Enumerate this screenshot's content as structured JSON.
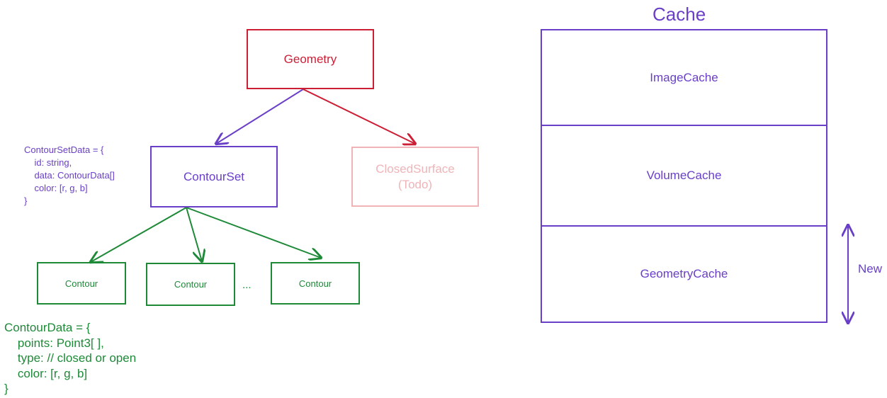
{
  "geometry": {
    "label": "Geometry"
  },
  "contour_set": {
    "label": "ContourSet"
  },
  "closed_surface": {
    "label_line1": "ClosedSurface",
    "label_line2": "(Todo)"
  },
  "contours": [
    {
      "label": "Contour"
    },
    {
      "label": "Contour"
    },
    {
      "label": "Contour"
    }
  ],
  "ellipsis": "...",
  "contour_set_data": {
    "lines": [
      "ContourSetData = {",
      "    id: string,",
      "    data: ContourData[]",
      "    color: [r, g, b]",
      "}"
    ]
  },
  "contour_data": {
    "lines": [
      "ContourData = {",
      "    points: Point3[ ],",
      "    type: // closed or open",
      "    color: [r, g, b]",
      "}"
    ]
  },
  "cache": {
    "title": "Cache",
    "sections": [
      {
        "label": "ImageCache"
      },
      {
        "label": "VolumeCache"
      },
      {
        "label": "GeometryCache"
      }
    ],
    "new_label": "New"
  },
  "colors": {
    "purple": "#6a3fc8",
    "red": "#cc1f36",
    "green": "#1e8a38",
    "pink": "#f0b4b8"
  }
}
